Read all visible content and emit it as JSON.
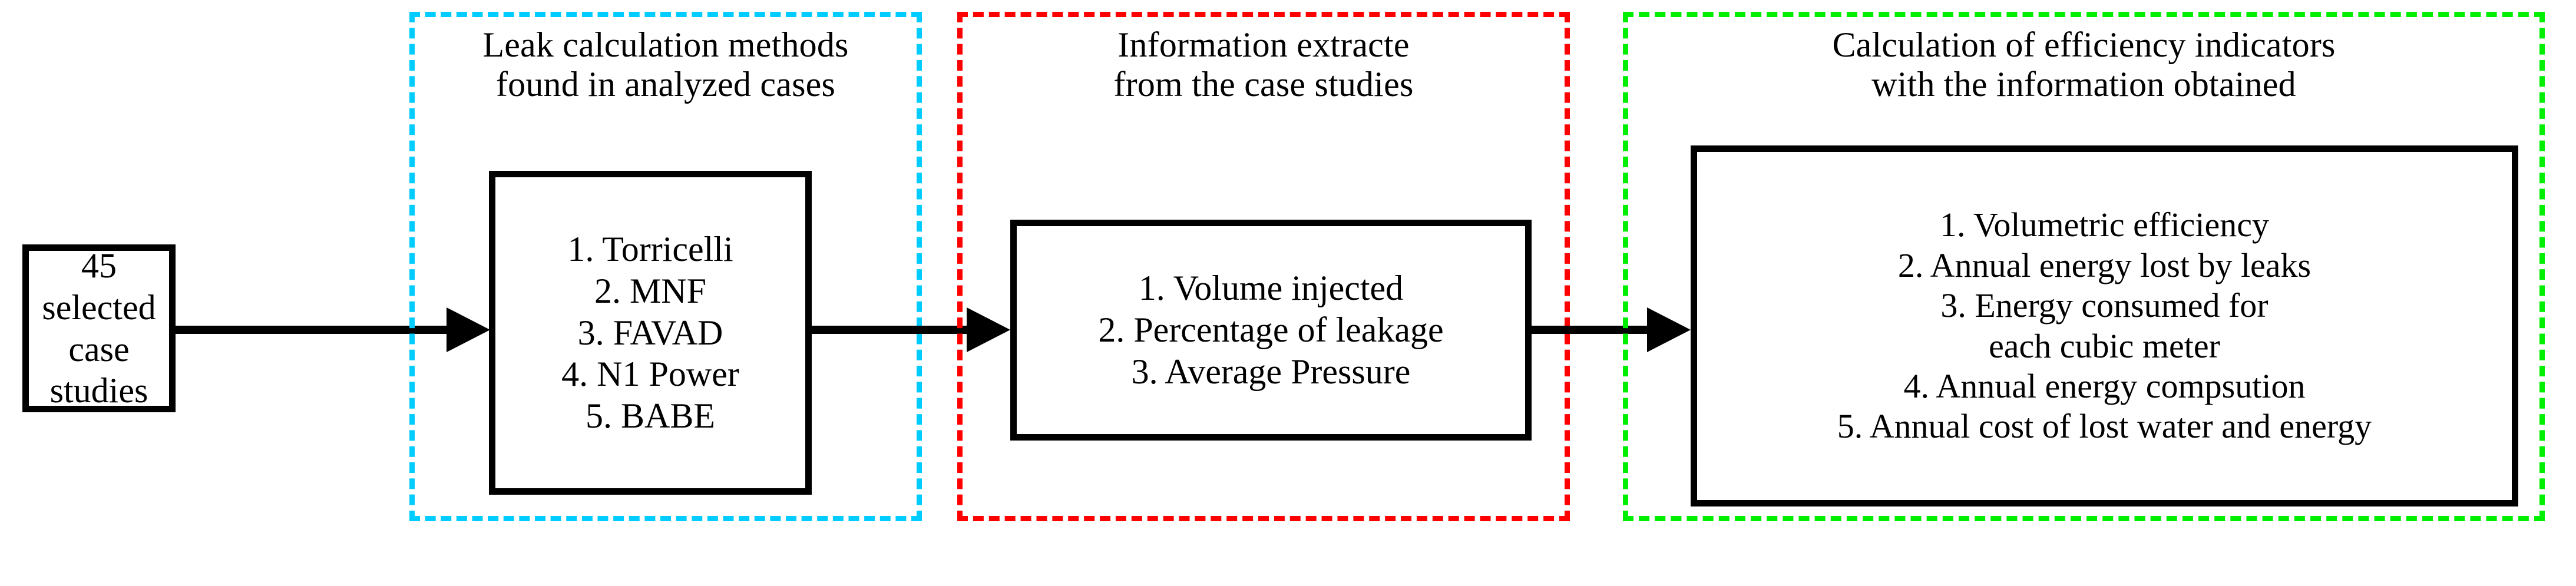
{
  "diagram": {
    "title": "Methodology flowchart for leak efficiency indicator calculation",
    "colors": {
      "stage_1_border": "#00ccff",
      "stage_2_border": "#ff0000",
      "stage_3_border": "#00ee00",
      "box_border": "#000000",
      "arrow": "#000000",
      "background": "#ffffff"
    },
    "start_node": {
      "label": "45 selected\ncase studies",
      "line_1": "45 selected",
      "line_2": "case studies"
    },
    "stages": [
      {
        "id": "leak-calculation-methods",
        "accent": "#00ccff",
        "title": "Leak calculation methods\nfound in analyzed cases",
        "title_line_1": "Leak calculation methods",
        "title_line_2": "found in analyzed cases",
        "items": [
          "1. Torricelli",
          "2. MNF",
          "3. FAVAD",
          "4. N1 Power",
          "5. BABE"
        ],
        "items_text": "1. Torricelli\n2. MNF\n3. FAVAD\n4. N1 Power\n5. BABE"
      },
      {
        "id": "information-extracted",
        "accent": "#ff0000",
        "title": "Information extracte\nfrom the case studies",
        "title_line_1": "Information extracte",
        "title_line_2": "from the case studies",
        "items": [
          "1. Volume injected",
          "2. Percentage of leakage",
          "3. Average Pressure"
        ],
        "items_text": "1. Volume injected\n2. Percentage of leakage\n3. Average Pressure"
      },
      {
        "id": "efficiency-indicators",
        "accent": "#00ee00",
        "title": "Calculation of efficiency indicators\nwith the information obtained",
        "title_line_1": "Calculation of efficiency indicators",
        "title_line_2": "with the information obtained",
        "items": [
          "1. Volumetric efficiency",
          "2. Annual energy lost by leaks",
          "3. Energy consumed for",
          "each cubic meter",
          "4. Annual energy compsution",
          "5. Annual cost of lost water and energy"
        ],
        "items_text": "1. Volumetric efficiency\n2. Annual energy lost by leaks\n3. Energy consumed for\neach cubic meter\n4. Annual energy compsution\n5. Annual cost of lost water and energy"
      }
    ],
    "connectors": [
      {
        "id": "arrow-start-to-stage-1",
        "from": "45 selected case studies",
        "to": "Leak calculation methods"
      },
      {
        "id": "arrow-stage-1-to-stage-2",
        "from": "Leak calculation methods",
        "to": "Information extracte"
      },
      {
        "id": "arrow-stage-2-to-stage-3",
        "from": "Information extracte",
        "to": "Calculation of efficiency indicators"
      }
    ]
  }
}
